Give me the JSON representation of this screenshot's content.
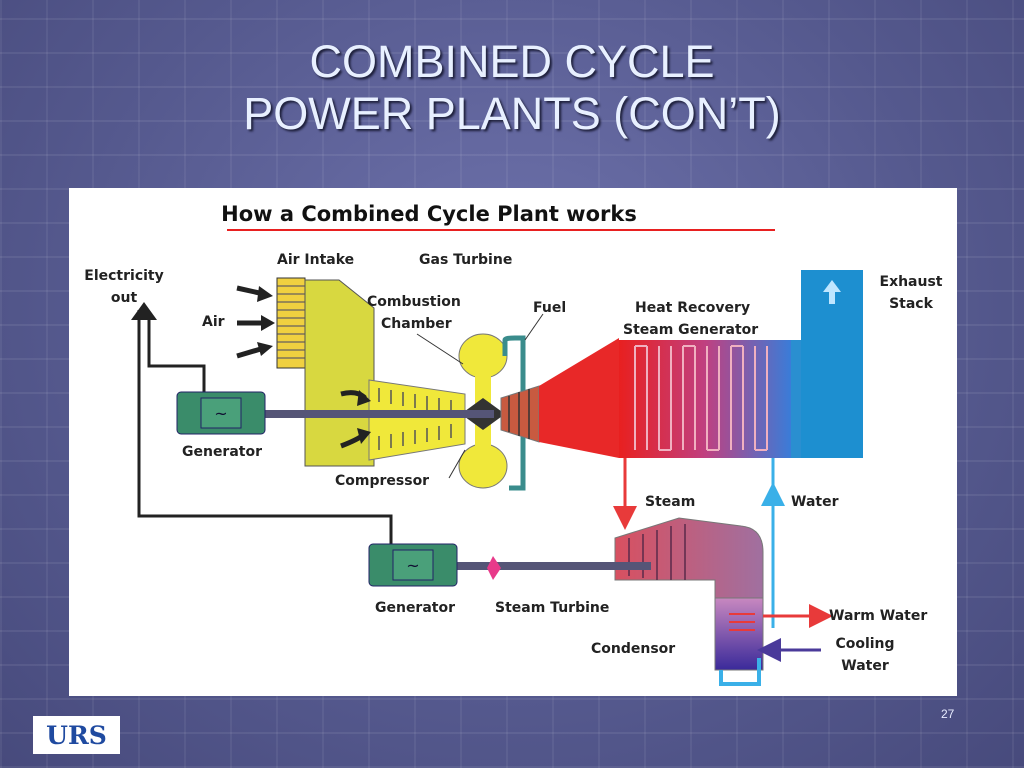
{
  "slide": {
    "title_line1": "COMBINED CYCLE",
    "title_line2": "POWER PLANTS (CON’T)",
    "page_number": "27",
    "logo_text": "URS"
  },
  "diagram": {
    "heading": "How a Combined Cycle Plant works",
    "labels": {
      "electricity_out_1": "Electricity",
      "electricity_out_2": "out",
      "air_intake": "Air Intake",
      "gas_turbine": "Gas Turbine",
      "air": "Air",
      "combustion_chamber_1": "Combustion",
      "combustion_chamber_2": "Chamber",
      "fuel": "Fuel",
      "hrsg_1": "Heat Recovery",
      "hrsg_2": "Steam Generator",
      "exhaust_stack_1": "Exhaust",
      "exhaust_stack_2": "Stack",
      "generator_top": "Generator",
      "compressor": "Compressor",
      "steam": "Steam",
      "water": "Water",
      "generator_bottom": "Generator",
      "steam_turbine": "Steam Turbine",
      "condensor": "Condensor",
      "warm_water": "Warm Water",
      "cooling_water_1": "Cooling",
      "cooling_water_2": "Water"
    },
    "colors": {
      "generator": "#3a8c6a",
      "compressor": "#f0e83a",
      "hot_gas": "#e83a3a",
      "exhaust": "#1d8fd0",
      "steam_line": "#e83a3a",
      "water_line": "#3ab0e8",
      "cooling": "#4a3a9a"
    }
  }
}
